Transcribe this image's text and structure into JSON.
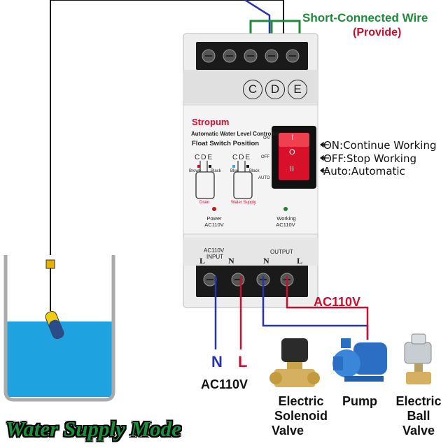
{
  "diagram": {
    "short_wire_title": "Short-Connected Wire",
    "short_wire_sub": "(Provide)",
    "brand": "Stropum",
    "controller_title": "Automatic Water Level Controller",
    "float_switch_title": "Float Switch Position",
    "terminal_letters": [
      "C",
      "D",
      "E"
    ],
    "cde_text": "CDE",
    "drain_colors": [
      "Brown",
      "Black"
    ],
    "supply_colors": [
      "Blue",
      "Black"
    ],
    "drain_label": "Drain",
    "supply_label": "Water Supply",
    "power_label": "Power",
    "power_volt": "AC110V",
    "working_label": "Working",
    "working_volt": "AC110V",
    "switch_on": "ON",
    "switch_off": "OFF",
    "switch_auto": "AUTO",
    "rocker_i": "I",
    "rocker_o": "O",
    "rocker_ii": "II",
    "mode_on": "ON:Continue Working",
    "mode_off": "OFF:Stop Working",
    "mode_auto": "Auto:Automatic",
    "input_label_1": "AC110V",
    "input_label_2": "INPUT",
    "output_label": "OUTPUT",
    "bottom_terms": [
      "L",
      "N",
      "N",
      "L"
    ],
    "ac_output": "AC110V",
    "n_letter": "N",
    "l_letter": "L",
    "ac_input": "AC110V",
    "device_1_line1": "Electric",
    "device_1_line2": "Solenoid",
    "device_1_line3": "Valve",
    "device_2": "Pump",
    "device_3_line1": "Electric",
    "device_3_line2": "Ball",
    "device_3_line3": "Valve",
    "mode_title": "Water Supply Mode"
  },
  "colors": {
    "green_wire": "#1e8a3a",
    "blue_wire": "#2534a8",
    "red_wire": "#c8102e",
    "water": "#1fa3e0",
    "rocker": "#d8102a",
    "title_green": "#1b8f3c"
  },
  "icons": [
    "float-switch-icon",
    "tank-icon",
    "solenoid-valve-icon",
    "pump-icon",
    "ball-valve-icon",
    "rocker-switch-icon",
    "led-icon",
    "arrow-left-icon"
  ]
}
